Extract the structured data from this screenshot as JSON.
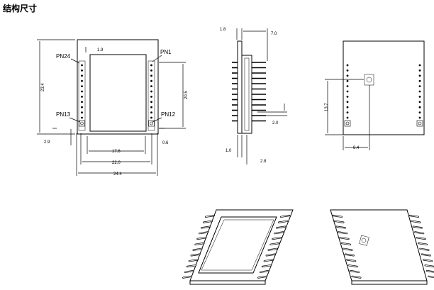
{
  "title": "结构尺寸",
  "pin_labels": {
    "pn24": "PN24",
    "pn1": "PN1",
    "pn13": "PN13",
    "pn12": "PN12"
  },
  "dimensions": {
    "front_height": "23.4",
    "front_pin_height": "20.5",
    "front_top_offset": "1.9",
    "front_pad_offset_left": "2.9",
    "front_pad_offset_right": "0.6",
    "front_shield_width": "17.6",
    "front_pin_span": "22.0",
    "front_width": "24.4",
    "side_top_left": "1.8",
    "side_top_right": "7.0",
    "side_pin_pitch": "2.0",
    "side_bottom_left": "1.0",
    "side_bottom_right": "2.8",
    "back_antenna_height": "13.7",
    "back_antenna_offset": "8.4"
  }
}
